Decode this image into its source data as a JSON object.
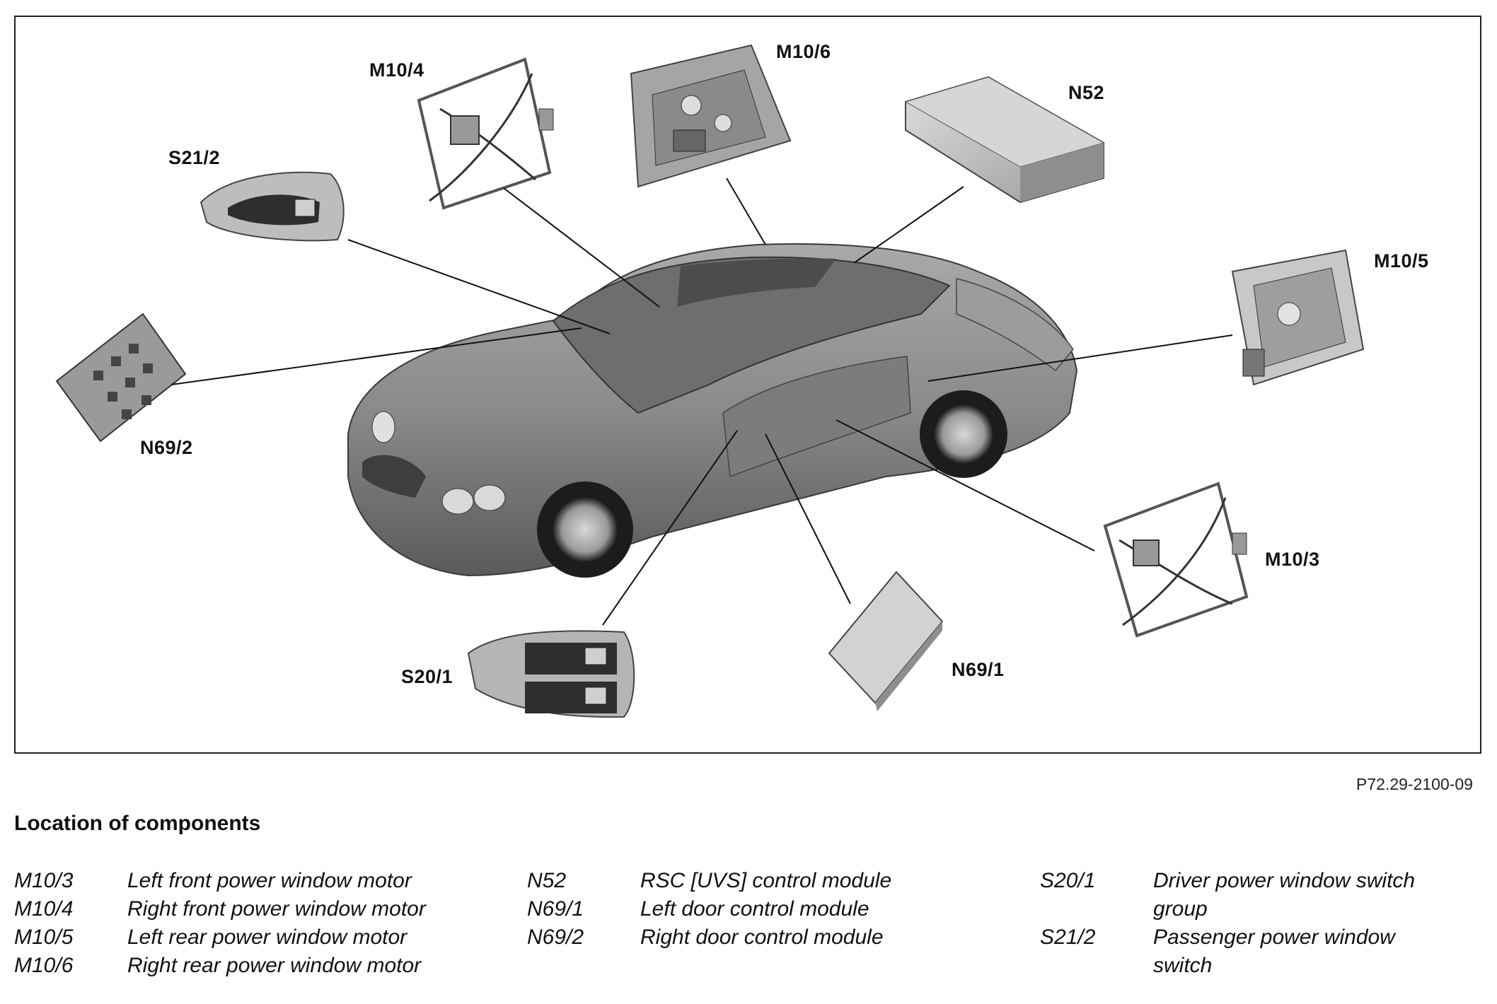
{
  "diagram": {
    "callouts": {
      "m10_4": "M10/4",
      "m10_6": "M10/6",
      "n52": "N52",
      "s21_2": "S21/2",
      "m10_5": "M10/5",
      "n69_2": "N69/2",
      "m10_3": "M10/3",
      "s20_1": "S20/1",
      "n69_1": "N69/1"
    },
    "figure_ref": "P72.29-2100-09"
  },
  "legend": {
    "title": "Location of components",
    "columns": [
      [
        {
          "code": "M10/3",
          "desc": "Left front power window motor"
        },
        {
          "code": "M10/4",
          "desc": "Right front power window motor"
        },
        {
          "code": "M10/5",
          "desc": "Left rear power window motor"
        },
        {
          "code": "M10/6",
          "desc": "Right rear power window motor"
        }
      ],
      [
        {
          "code": "N52",
          "desc": "RSC [UVS] control module"
        },
        {
          "code": "N69/1",
          "desc": "Left door control module"
        },
        {
          "code": "N69/2",
          "desc": "Right door control module"
        }
      ],
      [
        {
          "code": "S20/1",
          "desc": "Driver power window switch group"
        },
        {
          "code": "S21/2",
          "desc": "Passenger power window switch"
        }
      ]
    ]
  },
  "colors": {
    "car_body": "#8a8a8a",
    "car_dark": "#4a4a4a",
    "component": "#b8b8b8",
    "leader_line": "#111111"
  }
}
